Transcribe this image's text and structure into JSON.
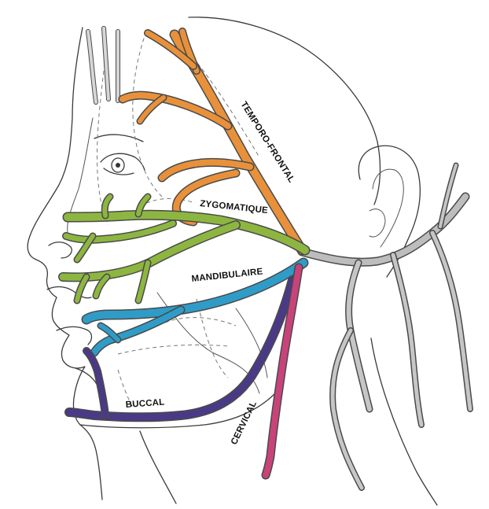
{
  "labels": {
    "temporal": "TEMPORO-FRONTAL",
    "zygomatic": "ZYGOMATIQUE",
    "mandibular": "MANDIBULAIRE",
    "buccal": "BUCCAL",
    "cervical": "CERVICAL"
  },
  "colors": {
    "temporal": "#e8913a",
    "zygomatic": "#8db641",
    "mandibular": "#2f9cc8",
    "buccal": "#4a3a86",
    "cervical": "#c8437a",
    "trunk": "#bdbdbd"
  }
}
